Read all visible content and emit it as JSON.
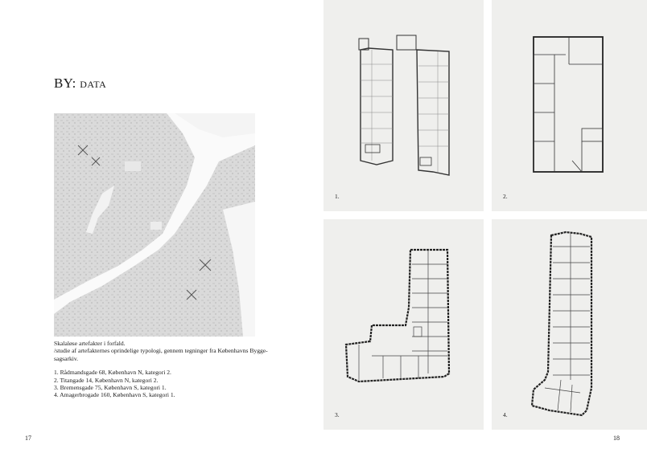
{
  "spread": {
    "title_main": "BY:",
    "title_sub": "DATA",
    "caption_lines": [
      "Skalaløse artefakter i forfald.",
      "/studie af artefakternes oprindelige typologi, gennem tegninger fra Københavns Bygge-",
      "sagsarkiv."
    ],
    "list": [
      "1. Rådmandsgade 68, København N, kategori 2.",
      "2. Titangade 14, København N, kategori 2.",
      "3. Bremensgade 75, København S, kategori 1.",
      "4. Amagerbrogade 160, København S, kategori 1."
    ],
    "page_left": "17",
    "page_right": "18",
    "plans": [
      {
        "label": "1."
      },
      {
        "label": "2."
      },
      {
        "label": "3."
      },
      {
        "label": "4."
      }
    ],
    "map_marker_icon": "cross-marker-icon",
    "colors": {
      "panel_bg": "#efefed",
      "map_bg": "#e4e4e4",
      "water": "#fafafa",
      "line": "#333333"
    }
  }
}
